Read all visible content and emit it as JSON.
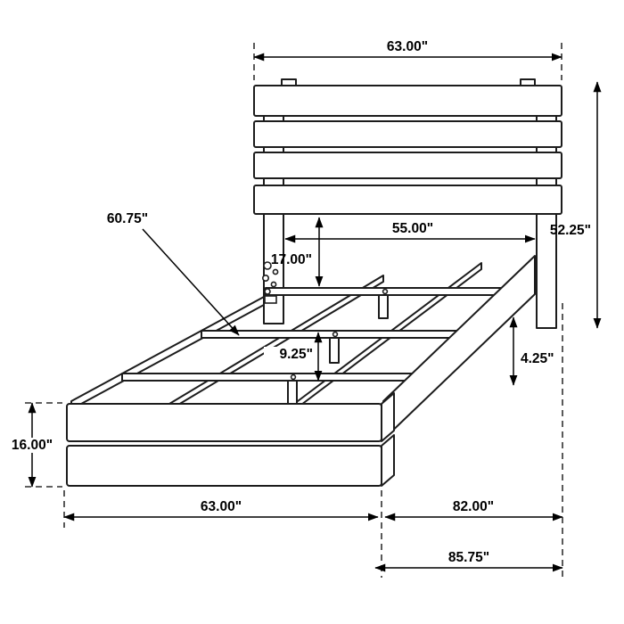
{
  "diagram": {
    "type": "furniture-dimension-drawing",
    "subject": "panel bed with plank headboard, side rail, slat supports and footboard",
    "labels": {
      "headboard_width": "63.00\"",
      "headboard_height": "52.25\"",
      "headboard_inner_width": "55.00\"",
      "headboard_to_first_slat": "17.00\"",
      "slat_length": "60.75\"",
      "slat_support_height": "9.25\"",
      "side_rail_height": "4.25\"",
      "footboard_height": "16.00\"",
      "footboard_width": "63.00\"",
      "frame_length": "82.00\"",
      "overall_length": "85.75\""
    },
    "colors": {
      "line": "#1c1c1c",
      "dimension": "#000000",
      "background": "#ffffff"
    }
  }
}
